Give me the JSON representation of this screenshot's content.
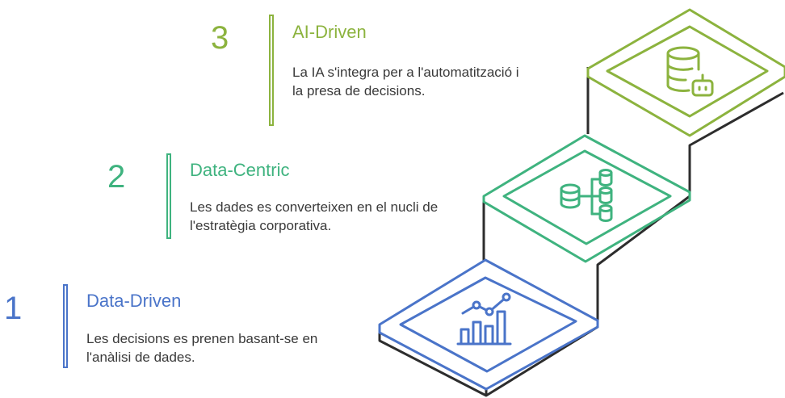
{
  "colors": {
    "level1": "#4a74c9",
    "level2": "#3fb37f",
    "level3": "#8cb33e",
    "outline": "#2d2d2d"
  },
  "steps": [
    {
      "number": "1",
      "title": "Data-Driven",
      "description": "Les decisions es prenen basant-se en l'anàlisi de dades.",
      "icon": "bar-chart-growth-icon"
    },
    {
      "number": "2",
      "title": "Data-Centric",
      "description": "Les dades es converteixen en el nucli de l'estratègia corporativa.",
      "icon": "database-network-icon"
    },
    {
      "number": "3",
      "title": "AI-Driven",
      "description": "La IA s'integra per a l'automatització i la presa de decisions.",
      "icon": "database-robot-icon"
    }
  ]
}
